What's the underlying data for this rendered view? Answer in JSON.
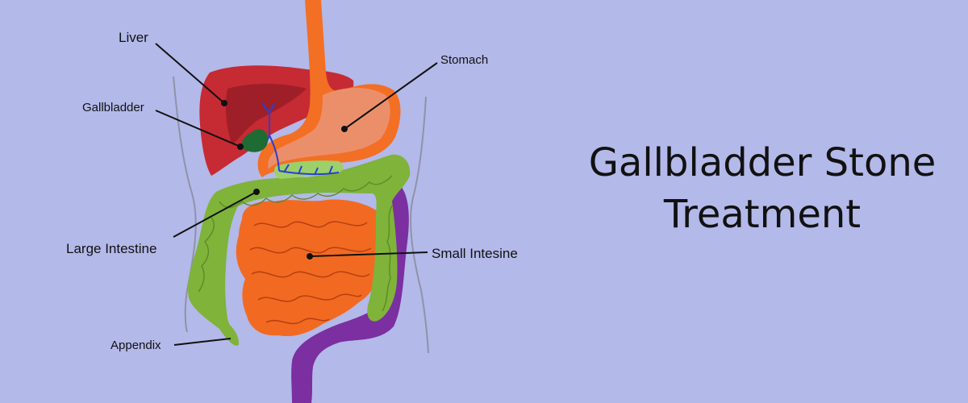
{
  "title": {
    "line1": "Gallbladder Stone",
    "line2": "Treatment"
  },
  "labels": {
    "liver": "Liver",
    "gallbladder": "Gallbladder",
    "stomach": "Stomach",
    "large_intestine": "Large Intestine",
    "small_intestine": "Small Intesine",
    "appendix": "Appendix"
  },
  "colors": {
    "background": "#b3b9e9",
    "liver": "#c62a33",
    "stomach": "#f36f24",
    "large_intestine": "#7fb33a",
    "small_intestine": "#f26a22",
    "rectum": "#7b2fa0",
    "gallbladder": "#1f6b34",
    "bile_duct": "#2a3fd1"
  }
}
